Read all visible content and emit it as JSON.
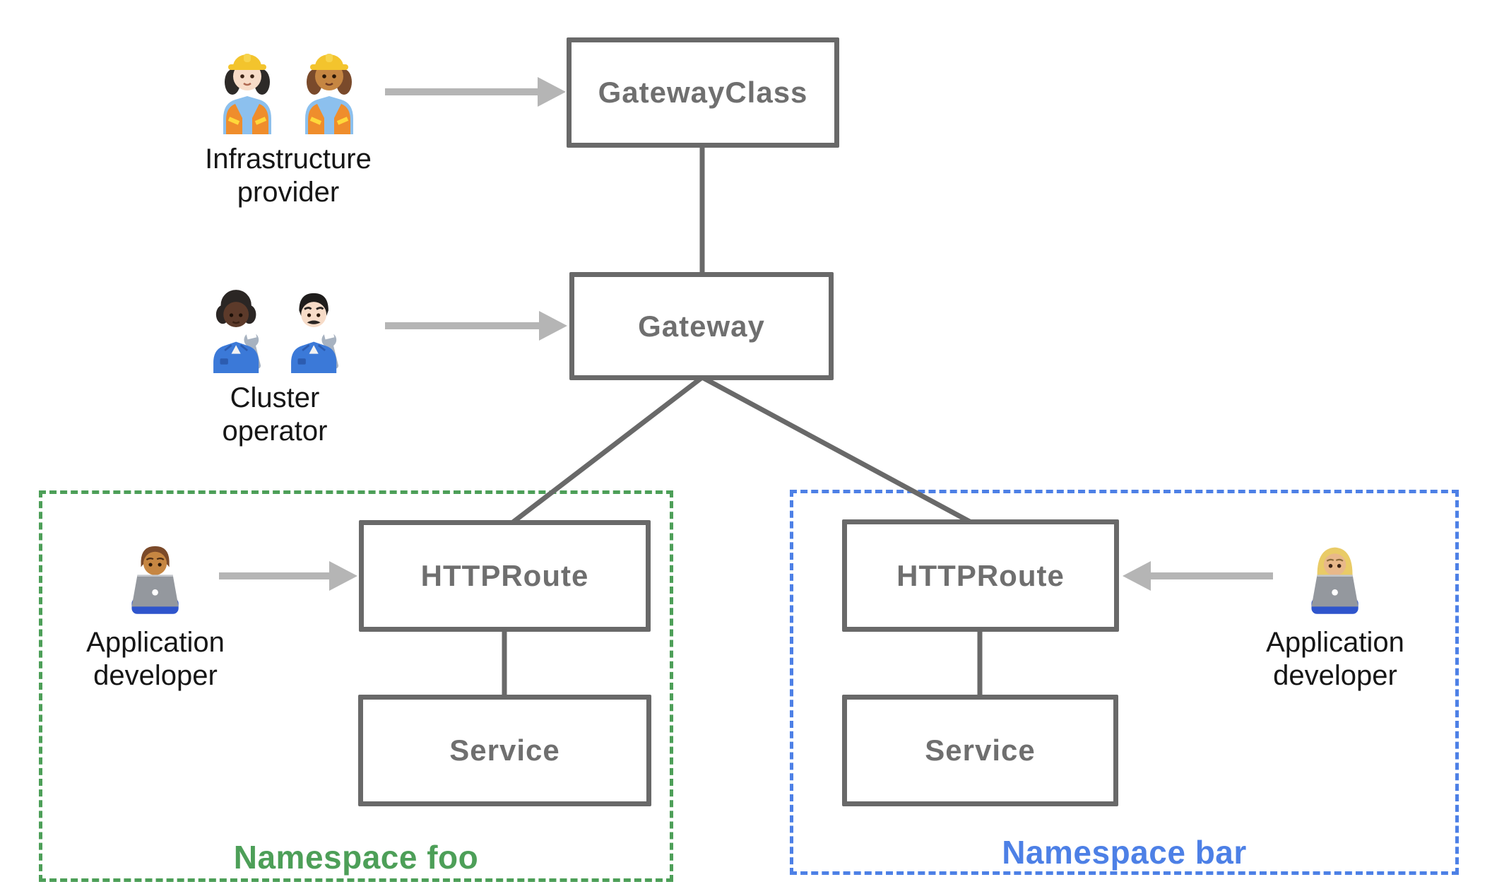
{
  "boxes": [
    {
      "id": "gateway-class",
      "label": "GatewayClass"
    },
    {
      "id": "gateway",
      "label": "Gateway"
    },
    {
      "id": "httproute-foo",
      "label": "HTTPRoute"
    },
    {
      "id": "service-foo",
      "label": "Service"
    },
    {
      "id": "httproute-bar",
      "label": "HTTPRoute"
    },
    {
      "id": "service-bar",
      "label": "Service"
    }
  ],
  "personas": [
    {
      "id": "infrastructure-provider",
      "label": "Infrastructure provider",
      "icons": [
        "woman-construction-worker-light-icon",
        "woman-construction-worker-medium-icon"
      ]
    },
    {
      "id": "cluster-operator",
      "label": "Cluster operator",
      "icons": [
        "person-mechanic-dark-icon",
        "man-mechanic-light-icon"
      ]
    },
    {
      "id": "application-developer-foo",
      "label": "Application developer",
      "icons": [
        "man-technologist-icon"
      ]
    },
    {
      "id": "application-developer-bar",
      "label": "Application developer",
      "icons": [
        "woman-technologist-icon"
      ]
    }
  ],
  "namespaces": [
    {
      "id": "foo",
      "label": "Namespace foo",
      "color": "#4d9f58"
    },
    {
      "id": "bar",
      "label": "Namespace bar",
      "color": "#4d80e6"
    }
  ],
  "edges": [
    {
      "from": "gateway-class",
      "to": "gateway",
      "type": "line"
    },
    {
      "from": "gateway",
      "to": "httproute-foo",
      "type": "line"
    },
    {
      "from": "gateway",
      "to": "httproute-bar",
      "type": "line"
    },
    {
      "from": "httproute-foo",
      "to": "service-foo",
      "type": "line"
    },
    {
      "from": "httproute-bar",
      "to": "service-bar",
      "type": "line"
    },
    {
      "from": "infrastructure-provider",
      "to": "gateway-class",
      "type": "arrow"
    },
    {
      "from": "cluster-operator",
      "to": "gateway",
      "type": "arrow"
    },
    {
      "from": "application-developer-foo",
      "to": "httproute-foo",
      "type": "arrow"
    },
    {
      "from": "application-developer-bar",
      "to": "httproute-bar",
      "type": "arrow"
    }
  ],
  "colors": {
    "background": "#ffffff",
    "box_border": "#696969",
    "box_text": "#6f6f6f",
    "connector": "#696969",
    "arrow": "#b5b5b5",
    "namespace_foo": "#4d9f58",
    "namespace_bar": "#4d80e6",
    "persona_text": "#161616"
  }
}
